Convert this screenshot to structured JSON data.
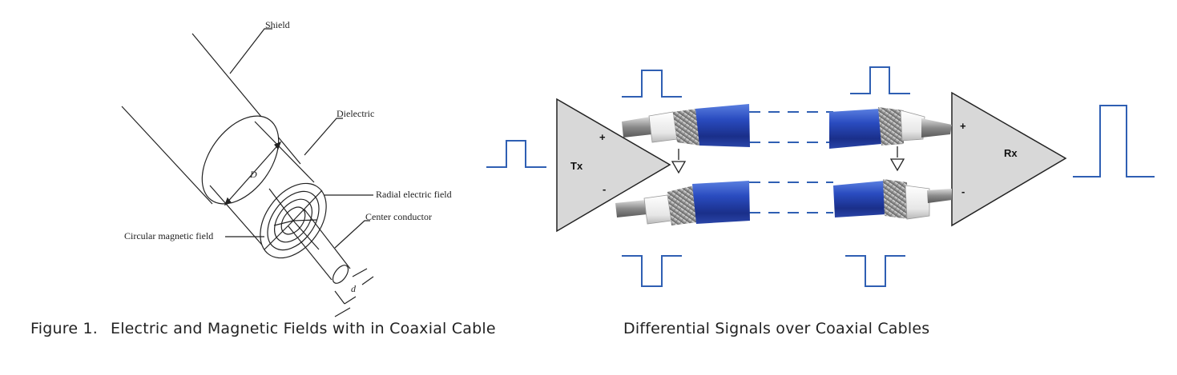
{
  "left_figure": {
    "labels": {
      "shield": "Shield",
      "dielectric": "Dielectric",
      "outer_diameter": "D",
      "radial_field": "Radial electric field",
      "center_conductor": "Center conductor",
      "magnetic_field": "Circular magnetic field",
      "inner_diameter": "d"
    },
    "caption_number": "Figure 1.",
    "caption_text": "Electric and Magnetic Fields with in Coaxial Cable"
  },
  "right_figure": {
    "tx_label": "Tx",
    "rx_label": "Rx",
    "tx_plus": "+",
    "tx_minus": "-",
    "rx_plus": "+",
    "rx_minus": "-",
    "caption_text": "Differential Signals over Coaxial Cables"
  },
  "colors": {
    "signal_blue": "#2f5fb3",
    "cable_blue": "#2140a8",
    "amp_fill": "#d8d8d8",
    "line_dark": "#222222"
  }
}
